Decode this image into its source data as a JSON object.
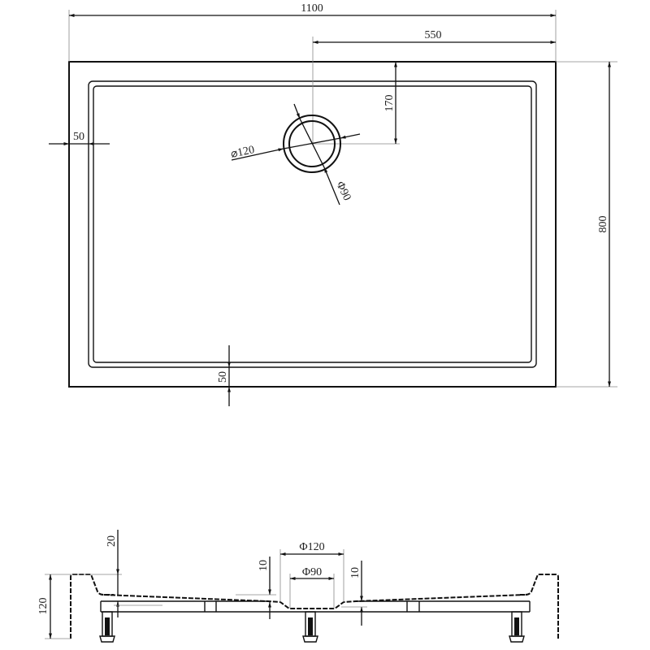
{
  "drawing": {
    "type": "shower tray technical drawing",
    "plan_view": {
      "overall_width": "1100",
      "drain_offset_x": "550",
      "overall_depth": "800",
      "drain_offset_y": "170",
      "rim_left": "50",
      "rim_bottom": "50",
      "drain_outer_diameter": "⌀120",
      "drain_inner_diameter": "Φ90"
    },
    "section_view": {
      "tray_height": "120",
      "rim_step": "20",
      "drain_outer_diameter": "Φ120",
      "drain_inner_diameter": "Φ90",
      "slope_left": "10",
      "slope_right": "10"
    },
    "colors": {
      "line": "#111111",
      "extension_line": "#888888",
      "background": "#ffffff"
    }
  }
}
